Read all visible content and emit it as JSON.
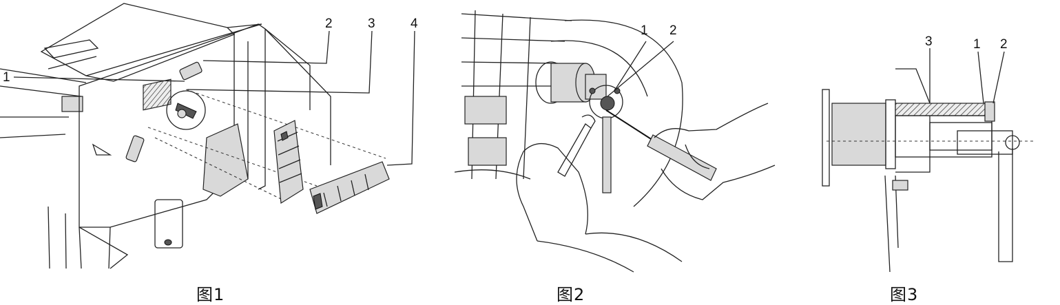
{
  "figures": [
    {
      "caption": "图1",
      "callouts": [
        "1",
        "2",
        "3",
        "4"
      ]
    },
    {
      "caption": "图2",
      "callouts": [
        "1",
        "2"
      ]
    },
    {
      "caption": "图3",
      "callouts": [
        "3",
        "1",
        "2"
      ]
    }
  ],
  "colors": {
    "ink": "#111111",
    "background": "#ffffff",
    "shade": "#d9d9d9"
  }
}
